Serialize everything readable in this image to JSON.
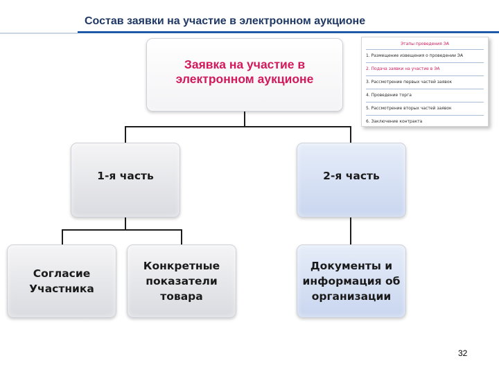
{
  "title": "Состав заявки на участие в электронном аукционе",
  "root": "Заявка на участие в электронном аукционе",
  "part1": "1-я часть",
  "part2": "2-я часть",
  "leaf1": "Согласие Участника",
  "leaf2": "Конкретные показатели товара",
  "leaf3": "Документы и информация об организации",
  "steps": {
    "title": "Этапы проведения ЭА",
    "items": [
      "1. Размещение извещения о проведении ЭА",
      "2. Подача заявки на участие в ЭА",
      "3. Рассмотрение первых частей заявок",
      "4. Проведение торга",
      "5. Рассмотрение вторых частей заявок",
      "6. Заключение контракта"
    ],
    "active_index": 1
  },
  "page_number": "32",
  "colors": {
    "title": "#1f3864",
    "accent": "#d1195b",
    "rule": "#1f5aa6",
    "blue_box": "#c9d6ef"
  }
}
